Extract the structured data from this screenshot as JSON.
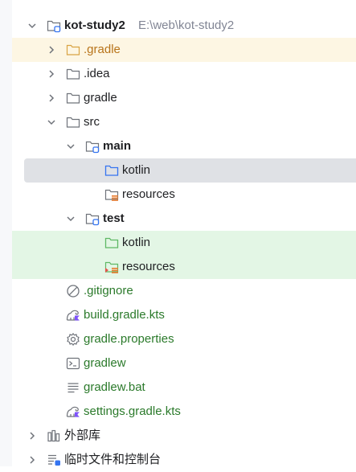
{
  "tree": {
    "root": {
      "name": "kot-study2",
      "path": "E:\\web\\kot-study2"
    },
    "gradle_dot": ".gradle",
    "idea": ".idea",
    "gradle": "gradle",
    "src": "src",
    "main": "main",
    "main_kotlin": "kotlin",
    "main_resources": "resources",
    "test": "test",
    "test_kotlin": "kotlin",
    "test_resources": "resources",
    "gitignore": ".gitignore",
    "build_gradle": "build.gradle.kts",
    "gradle_properties": "gradle.properties",
    "gradlew": "gradlew",
    "gradlew_bat": "gradlew.bat",
    "settings_gradle": "settings.gradle.kts",
    "external_libs": "外部库",
    "scratches": "临时文件和控制台"
  },
  "colors": {
    "folder_stroke": "#6f737a",
    "module_badge": "#3574f0",
    "source_folder": "#3574f0",
    "test_folder": "#5fb865",
    "resources_bar": "#e87a2c",
    "gradle_dir_bg": "#fdf6e3",
    "test_bg": "#e3f6e5",
    "selection_bg": "#dfe1e5",
    "vcs_added_text": "#2b7a2b",
    "ignored_text": "#b8741a"
  }
}
